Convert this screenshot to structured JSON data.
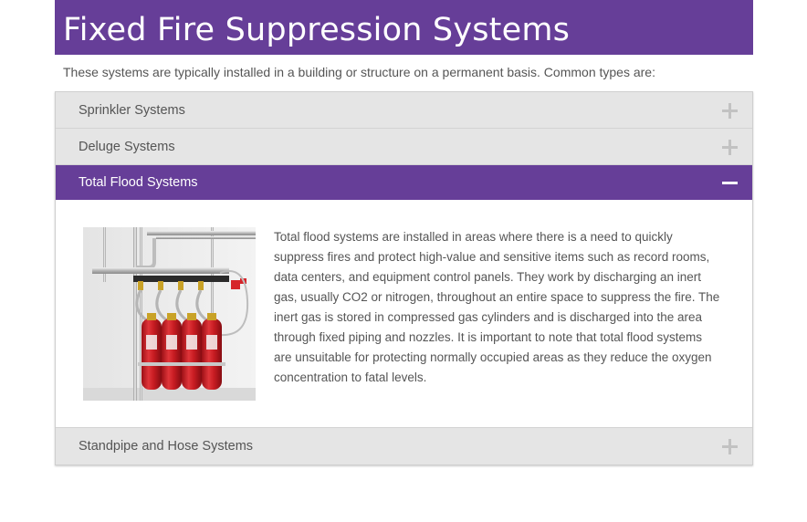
{
  "page_title": "Fixed Fire Suppression Systems",
  "intro": "These systems are typically installed in a building or structure on a permanent basis. Common types are:",
  "accordion": {
    "items": [
      {
        "label": "Sprinkler Systems",
        "expanded": false
      },
      {
        "label": "Deluge Systems",
        "expanded": false
      },
      {
        "label": "Total Flood Systems",
        "expanded": true,
        "content": "Total flood systems are installed in areas where there is a need to quickly suppress fires and protect high-value and sensitive items such as record rooms, data centers, and equipment control panels. They work by discharging an inert gas, usually CO2 or nitrogen, throughout an entire space to suppress the fire. The inert gas is stored in compressed gas cylinders and is discharged into the area through fixed piping and nozzles. It is important to note that total flood systems are unsuitable for protecting normally occupied areas as they reduce the oxygen concentration to fatal levels."
      },
      {
        "label": "Standpipe and Hose Systems",
        "expanded": false
      }
    ]
  },
  "colors": {
    "brand_purple": "#663e98",
    "header_gray": "#e5e5e5",
    "text_gray": "#555555",
    "cylinder_red": "#d6252a"
  },
  "icons": {
    "collapsed": "plus-icon",
    "expanded": "minus-icon"
  }
}
